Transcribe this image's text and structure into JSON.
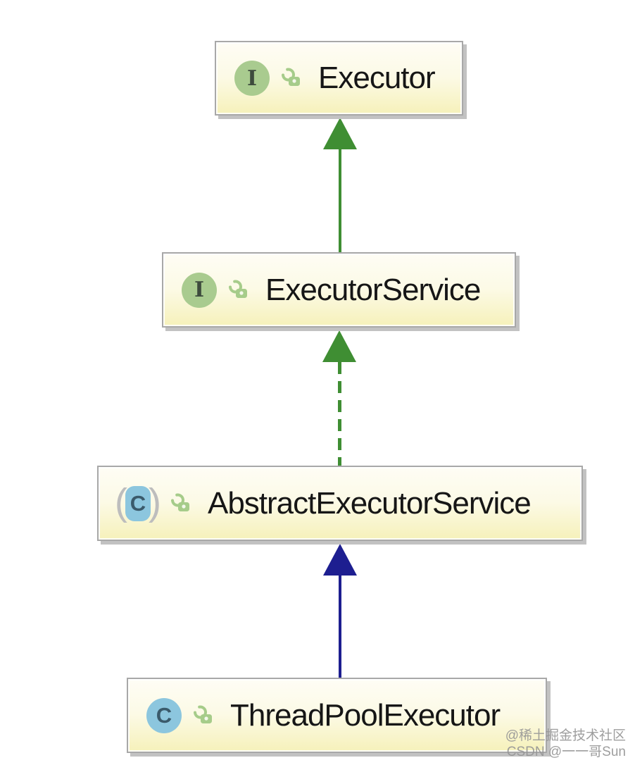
{
  "nodes": [
    {
      "id": "executor",
      "label": "Executor",
      "stereotype": "interface",
      "icon_letter": "I",
      "visibility": "public-unlocked"
    },
    {
      "id": "executor-service",
      "label": "ExecutorService",
      "stereotype": "interface",
      "icon_letter": "I",
      "visibility": "public-unlocked"
    },
    {
      "id": "abstract-executor-service",
      "label": "AbstractExecutorService",
      "stereotype": "abstract-class",
      "icon_letter": "C",
      "paren_open": "(",
      "paren_close": ")",
      "visibility": "public-unlocked"
    },
    {
      "id": "thread-pool-executor",
      "label": "ThreadPoolExecutor",
      "stereotype": "class",
      "icon_letter": "C",
      "visibility": "public-unlocked"
    }
  ],
  "edges": [
    {
      "from": "ExecutorService",
      "to": "Executor",
      "relation": "extends",
      "line": "solid",
      "color": "#3f8e33"
    },
    {
      "from": "AbstractExecutorService",
      "to": "ExecutorService",
      "relation": "implements",
      "line": "dashed",
      "color": "#3f8e33"
    },
    {
      "from": "ThreadPoolExecutor",
      "to": "AbstractExecutorService",
      "relation": "extends",
      "line": "solid",
      "color": "#1d1e90"
    }
  ],
  "colors": {
    "node_fill_top": "#fefdf5",
    "node_fill_bottom": "#f6f1ba",
    "node_border": "#a8a8a8",
    "node_shadow": "#c2c2c2",
    "interface_badge": "#a9cb8f",
    "class_badge": "#8cc6de",
    "lock_icon": "#a6cc8a",
    "edge_green": "#3f8e33",
    "edge_navy": "#1d1e90",
    "label_text": "#161616",
    "watermark_text": "#969696"
  },
  "watermark": {
    "line1": "@稀土掘金技术社区",
    "line2": "CSDN @一一哥Sun"
  }
}
